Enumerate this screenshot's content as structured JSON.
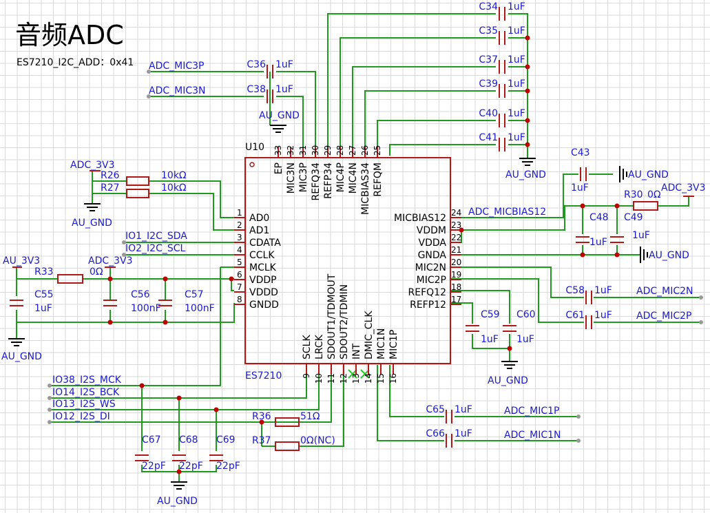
{
  "title": "音频ADC",
  "i2c_addr_note": "ES7210_I2C_ADD：0x41",
  "chip": {
    "designator": "U10",
    "part": "ES7210",
    "pins_left": [
      {
        "num": "1",
        "name": "AD0"
      },
      {
        "num": "2",
        "name": "AD1"
      },
      {
        "num": "3",
        "name": "CDATA"
      },
      {
        "num": "4",
        "name": "CCLK"
      },
      {
        "num": "5",
        "name": "MCLK"
      },
      {
        "num": "6",
        "name": "VDDP"
      },
      {
        "num": "7",
        "name": "VDDD"
      },
      {
        "num": "8",
        "name": "GNDD"
      }
    ],
    "pins_right": [
      {
        "num": "24",
        "name": "MICBIAS12"
      },
      {
        "num": "23",
        "name": "VDDM"
      },
      {
        "num": "22",
        "name": "VDDA"
      },
      {
        "num": "21",
        "name": "GNDA"
      },
      {
        "num": "20",
        "name": "MIC2N"
      },
      {
        "num": "19",
        "name": "MIC2P"
      },
      {
        "num": "18",
        "name": "REFQ12"
      },
      {
        "num": "17",
        "name": "REFP12"
      }
    ],
    "pins_top": [
      {
        "num": "33",
        "name": "EP"
      },
      {
        "num": "32",
        "name": "MIC3N"
      },
      {
        "num": "31",
        "name": "MIC3P"
      },
      {
        "num": "30",
        "name": "REFQ34"
      },
      {
        "num": "29",
        "name": "REFP34"
      },
      {
        "num": "28",
        "name": "MIC4P"
      },
      {
        "num": "27",
        "name": "MIC4N"
      },
      {
        "num": "26",
        "name": "MICBIAS34"
      },
      {
        "num": "25",
        "name": "REFQM"
      }
    ],
    "pins_bottom": [
      {
        "num": "9",
        "name": "SCLK"
      },
      {
        "num": "10",
        "name": "LRCK"
      },
      {
        "num": "11",
        "name": "SDOUT1/TDMOUT"
      },
      {
        "num": "12",
        "name": "SDOUT2/TDMIN"
      },
      {
        "num": "13",
        "name": "INT"
      },
      {
        "num": "14",
        "name": "DMIC_CLK"
      },
      {
        "num": "15",
        "name": "MIC1N"
      },
      {
        "num": "16",
        "name": "MIC1P"
      }
    ]
  },
  "caps_top": [
    {
      "ref": "C34",
      "val": "1uF"
    },
    {
      "ref": "C35",
      "val": "1uF"
    },
    {
      "ref": "C37",
      "val": "1uF"
    },
    {
      "ref": "C39",
      "val": "1uF"
    },
    {
      "ref": "C40",
      "val": "1uF"
    },
    {
      "ref": "C41",
      "val": "1uF"
    }
  ],
  "caps_mic3": [
    {
      "ref": "C36",
      "val": "1uF",
      "net": "ADC_MIC3P"
    },
    {
      "ref": "C38",
      "val": "1uF",
      "net": "ADC_MIC3N"
    }
  ],
  "caps_mic12": [
    {
      "ref": "C58",
      "val": "1uF",
      "net": "ADC_MIC2N"
    },
    {
      "ref": "C61",
      "val": "1uF",
      "net": "ADC_MIC2P"
    },
    {
      "ref": "C65",
      "val": "1uF",
      "net": "ADC_MIC1P"
    },
    {
      "ref": "C66",
      "val": "1uF",
      "net": "ADC_MIC1N"
    }
  ],
  "caps_ref": [
    {
      "ref": "C59",
      "val": "1uF"
    },
    {
      "ref": "C60",
      "val": "1uF"
    }
  ],
  "cap_c43": {
    "ref": "C43",
    "val": "1uF"
  },
  "caps_vddm": [
    {
      "ref": "C48",
      "val": "1uF"
    },
    {
      "ref": "C49",
      "val": "1uF"
    }
  ],
  "caps_vdd": [
    {
      "ref": "C55",
      "val": "1uF"
    },
    {
      "ref": "C56",
      "val": "100nF"
    },
    {
      "ref": "C57",
      "val": "100nF"
    }
  ],
  "caps_i2s": [
    {
      "ref": "C67",
      "val": "22pF"
    },
    {
      "ref": "C68",
      "val": "22pF"
    },
    {
      "ref": "C69",
      "val": "22pF"
    }
  ],
  "resistors": {
    "r26": {
      "ref": "R26",
      "val": "10kΩ"
    },
    "r27": {
      "ref": "R27",
      "val": "10kΩ"
    },
    "r30": {
      "ref": "R30",
      "val": "0Ω"
    },
    "r33": {
      "ref": "R33",
      "val": "0Ω"
    },
    "r36": {
      "ref": "R36",
      "val": "51Ω"
    },
    "r37": {
      "ref": "R37",
      "val": "0Ω(NC)"
    }
  },
  "nets": {
    "au_gnd": "AU_GND",
    "adc_3v3": "ADC_3V3",
    "au_3v3": "AU_3V3",
    "micbias12": "ADC_MICBIAS12",
    "i2c_sda": "IO1_I2C_SDA",
    "i2c_scl": "IO2_I2C_SCL",
    "i2s_mck": "IO38_I2S_MCK",
    "i2s_bck": "IO14_I2S_BCK",
    "i2s_ws": "IO13_I2S_WS",
    "i2s_di": "IO12_I2S_DI"
  }
}
